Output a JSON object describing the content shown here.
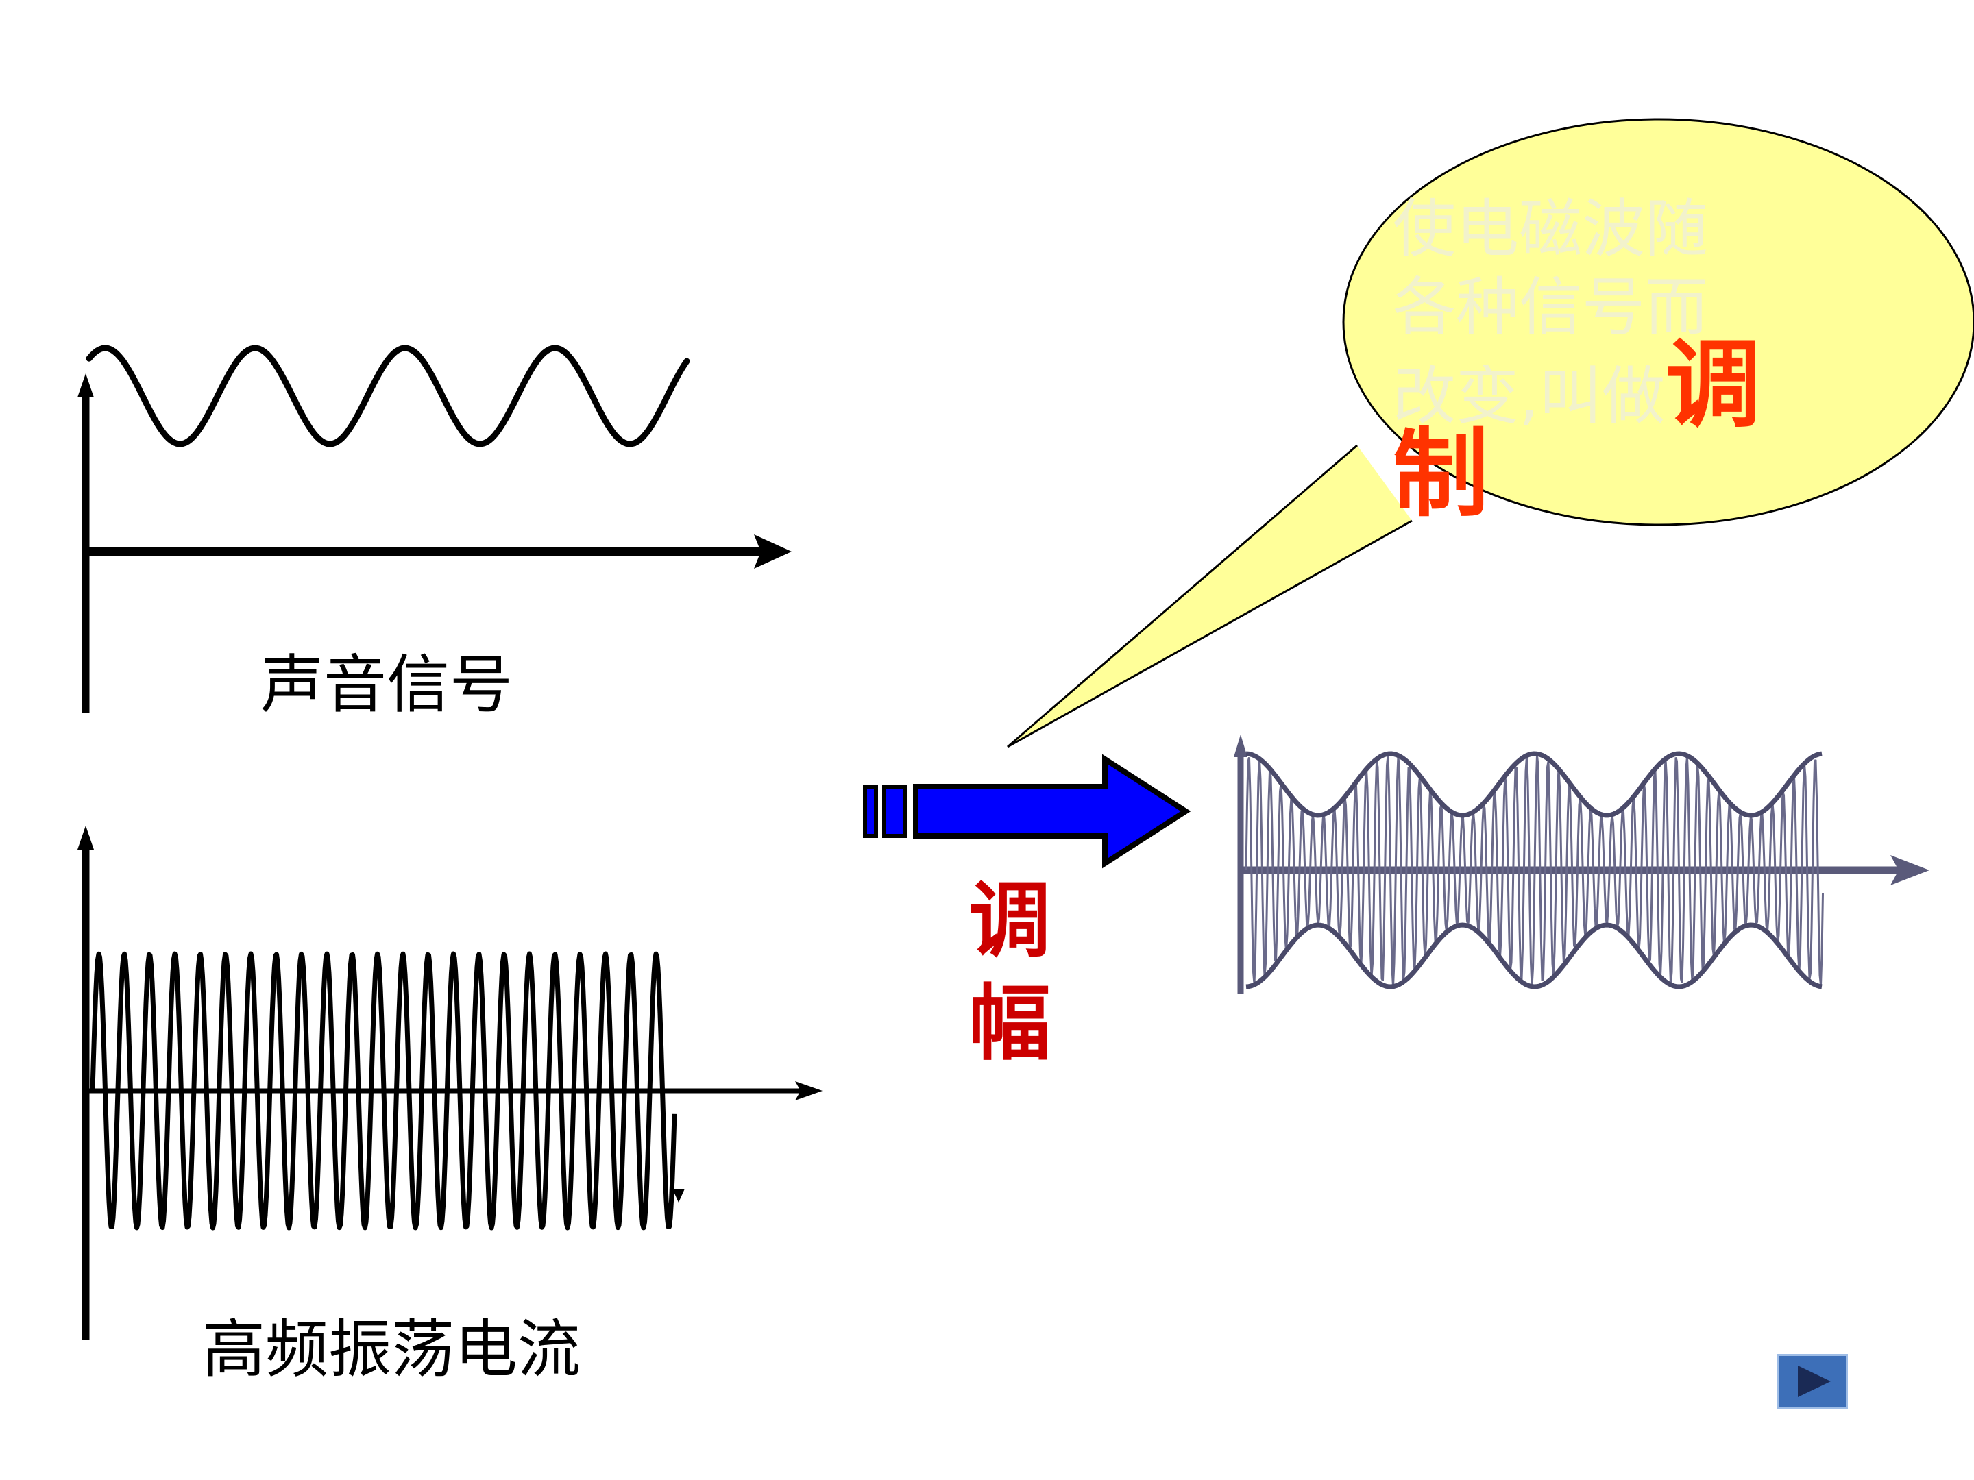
{
  "diagram": {
    "sound_signal_label": "声音信号",
    "carrier_label": "高频振荡电流",
    "am_label_line1": "调",
    "am_label_line2": "幅",
    "bubble": {
      "line1": "使电磁波随",
      "line2": "各种信号而",
      "line3_plain": "改变,叫做",
      "line3_em": "调",
      "line4_em": "制"
    }
  },
  "colors": {
    "arrow_fill": "#0000ff",
    "bubble_fill": "#ffff99",
    "label_red": "#cc0000",
    "term_red": "#ff3300",
    "faint_text": "#f2f2cc",
    "am_wave": "#4a4a6a",
    "nav_button": "#3d6fb8"
  },
  "nav": {
    "icon": "play-icon"
  }
}
